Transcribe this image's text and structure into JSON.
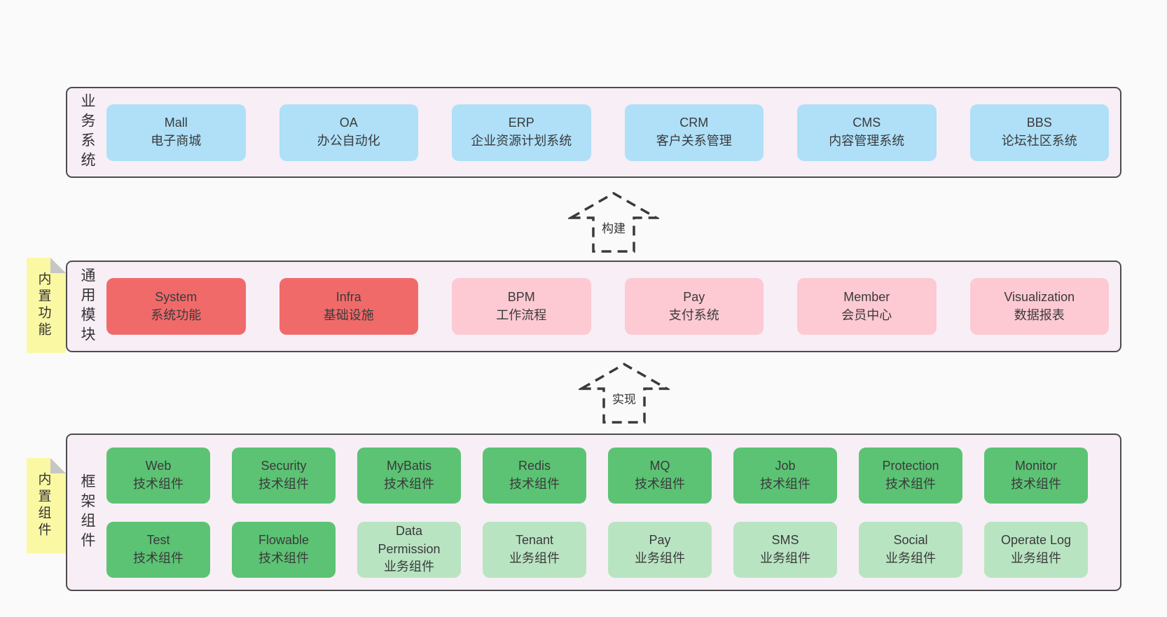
{
  "diagram": {
    "arrows": [
      {
        "label": "构建"
      },
      {
        "label": "实现"
      }
    ],
    "sections": {
      "business": {
        "side_label": "业务系统",
        "items": [
          {
            "title": "Mall",
            "subtitle": "电子商城"
          },
          {
            "title": "OA",
            "subtitle": "办公自动化"
          },
          {
            "title": "ERP",
            "subtitle": "企业资源计划系统"
          },
          {
            "title": "CRM",
            "subtitle": "客户关系管理"
          },
          {
            "title": "CMS",
            "subtitle": "内容管理系统"
          },
          {
            "title": "BBS",
            "subtitle": "论坛社区系统"
          }
        ]
      },
      "modules": {
        "note": "内置功能",
        "side_label": "通用模块",
        "items": [
          {
            "title": "System",
            "subtitle": "系统功能",
            "variant": "red"
          },
          {
            "title": "Infra",
            "subtitle": "基础设施",
            "variant": "red"
          },
          {
            "title": "BPM",
            "subtitle": "工作流程",
            "variant": "pink"
          },
          {
            "title": "Pay",
            "subtitle": "支付系统",
            "variant": "pink"
          },
          {
            "title": "Member",
            "subtitle": "会员中心",
            "variant": "pink"
          },
          {
            "title": "Visualization",
            "subtitle": "数据报表",
            "variant": "pink"
          }
        ]
      },
      "components": {
        "note": "内置组件",
        "side_label": "框架组件",
        "row1": [
          {
            "title": "Web",
            "subtitle": "技术组件",
            "variant": "green-dark"
          },
          {
            "title": "Security",
            "subtitle": "技术组件",
            "variant": "green-dark"
          },
          {
            "title": "MyBatis",
            "subtitle": "技术组件",
            "variant": "green-dark"
          },
          {
            "title": "Redis",
            "subtitle": "技术组件",
            "variant": "green-dark"
          },
          {
            "title": "MQ",
            "subtitle": "技术组件",
            "variant": "green-dark"
          },
          {
            "title": "Job",
            "subtitle": "技术组件",
            "variant": "green-dark"
          },
          {
            "title": "Protection",
            "subtitle": "技术组件",
            "variant": "green-dark"
          },
          {
            "title": "Monitor",
            "subtitle": "技术组件",
            "variant": "green-dark"
          }
        ],
        "row2": [
          {
            "title": "Test",
            "subtitle": "技术组件",
            "variant": "green-dark"
          },
          {
            "title": "Flowable",
            "subtitle": "技术组件",
            "variant": "green-dark"
          },
          {
            "title": "Data Permission",
            "subtitle": "业务组件",
            "variant": "green-light"
          },
          {
            "title": "Tenant",
            "subtitle": "业务组件",
            "variant": "green-light"
          },
          {
            "title": "Pay",
            "subtitle": "业务组件",
            "variant": "green-light"
          },
          {
            "title": "SMS",
            "subtitle": "业务组件",
            "variant": "green-light"
          },
          {
            "title": "Social",
            "subtitle": "业务组件",
            "variant": "green-light"
          },
          {
            "title": "Operate Log",
            "subtitle": "业务组件",
            "variant": "green-light"
          }
        ]
      }
    },
    "colors": {
      "page_bg": "#fafafa",
      "band_bg": "#f8eef6",
      "band_border": "#4d4d4d",
      "business_box": "#afe0f8",
      "module_core_box": "#f16a6a",
      "module_box": "#fdc9d3",
      "tech_component_box": "#5cc374",
      "biz_component_box": "#b9e4c2",
      "note_bg": "#fbf8a3",
      "note_fold": "#c6c6c6",
      "text": "#3a3a3a"
    }
  }
}
